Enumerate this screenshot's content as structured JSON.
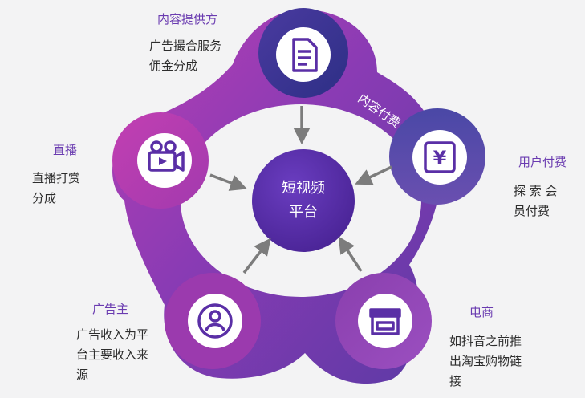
{
  "center": {
    "line1": "短视频",
    "line2": "平台"
  },
  "arc_label": "内容付费",
  "nodes": {
    "content_provider": {
      "title": "内容提供方",
      "desc1": "广告撮合服务",
      "desc2": "佣金分成",
      "icon": "document-icon"
    },
    "live": {
      "title": "直播",
      "desc1": "直播打赏",
      "desc2": "分成",
      "icon": "video-camera-icon"
    },
    "user_pay": {
      "title": "用户付费",
      "desc1": "探 索 会",
      "desc2": "员付费",
      "icon": "yen-icon"
    },
    "advertiser": {
      "title": "广告主",
      "desc1": "广告收入为平",
      "desc2": "台主要收入来",
      "desc3": "源",
      "icon": "user-icon"
    },
    "ecommerce": {
      "title": "电商",
      "desc1": "如抖音之前推",
      "desc2": "出淘宝购物链",
      "desc3": "接",
      "icon": "store-icon"
    }
  },
  "colors": {
    "accent_purple": "#6a3bb0",
    "center": "#5a2fa6",
    "magenta": "#b23bb0",
    "indigo": "#2f3a8f",
    "arrow": "#7c7c7c"
  }
}
